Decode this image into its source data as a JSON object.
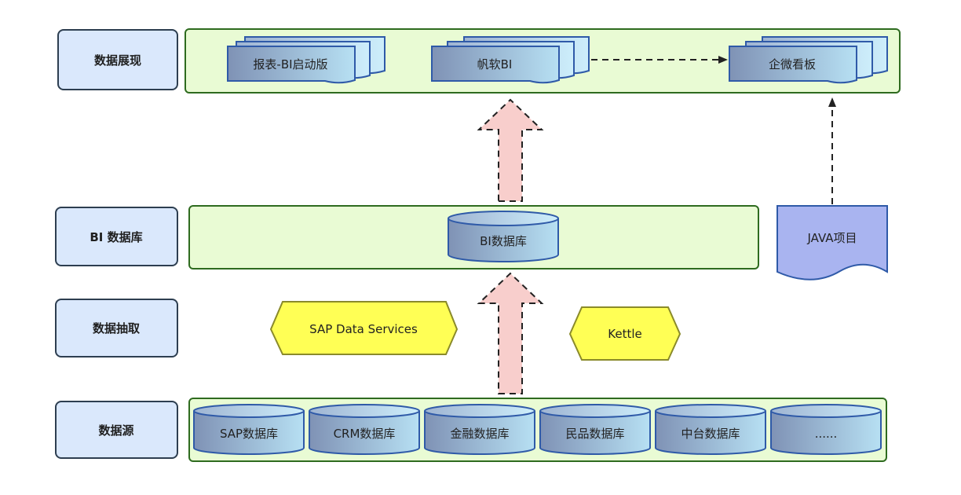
{
  "layers": {
    "presentation": "数据展现",
    "bi_database": "BI 数据库",
    "extraction": "数据抽取",
    "source": "数据源"
  },
  "presentation": {
    "report": "报表-BI启动版",
    "fanruan": "帆软BI",
    "wecom": "企微看板"
  },
  "bi": {
    "database": "BI数据库",
    "java_project": "JAVA项目"
  },
  "extraction": {
    "sap_ds": "SAP Data Services",
    "kettle": "Kettle"
  },
  "sources": {
    "items": [
      "SAP数据库",
      "CRM数据库",
      "金融数据库",
      "民品数据库",
      "中台数据库",
      "......"
    ]
  },
  "colors": {
    "layer_fill": "#dae8fc",
    "layer_stroke": "#2d3e50",
    "panel_fill": "#e9fbd4",
    "panel_stroke": "#2e6b1f",
    "doc_stroke": "#2f5aa8",
    "cylinder_stroke": "#2f5aa8",
    "hexagon_fill": "#ffff55",
    "hexagon_stroke": "#8a8a2a",
    "arrow_fill": "#f8cecc",
    "java_fill": "#a9b4f0"
  }
}
